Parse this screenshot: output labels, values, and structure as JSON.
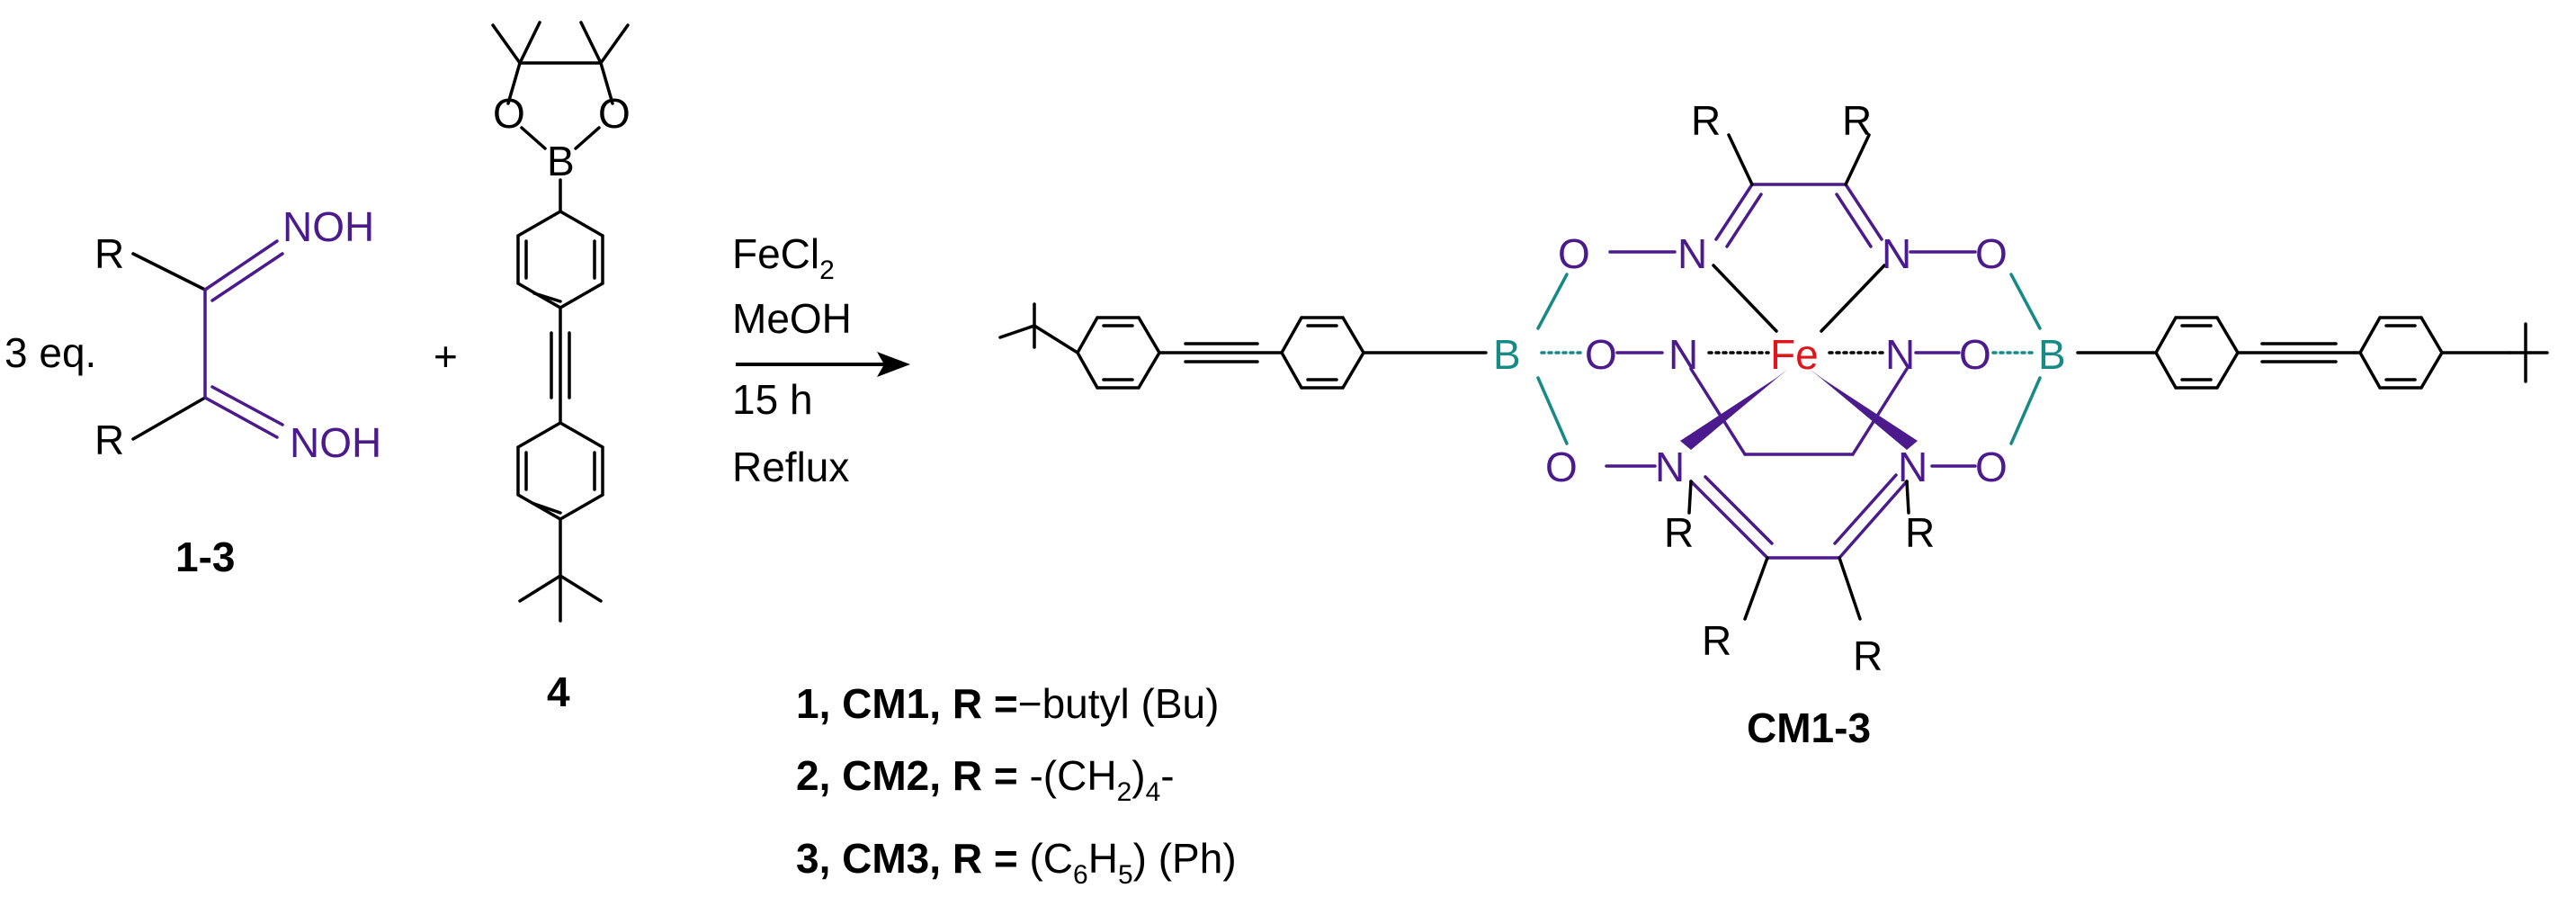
{
  "reactant_oxime": {
    "equivalents": "3 eq.",
    "substituent_top": "R",
    "substituent_bottom": "R",
    "oxime_top": "NOH",
    "oxime_bottom": "NOH",
    "label": "1-3"
  },
  "plus_sign": "+",
  "reactant_boronate": {
    "boron": "B",
    "oxygen_left": "O",
    "oxygen_right": "O",
    "label": "4"
  },
  "conditions": {
    "reagent_main": "FeCl",
    "reagent_subscript": "2",
    "solvent": "MeOH",
    "time": "15 h",
    "temperature": "Reflux"
  },
  "product": {
    "metal": "Fe",
    "boron_left": "B",
    "boron_right": "B",
    "label": "CM1-3"
  },
  "definitions": [
    {
      "bold": "1, CM1, R =",
      "plain": "−butyl (Bu)"
    },
    {
      "bold": "2, CM2, R =",
      "plain_a": " -(CH",
      "sub": "2",
      "plain_b": ")",
      "sub2": "4",
      "plain_c": "-"
    },
    {
      "bold": "3, CM3, R =",
      "plain_a": " (C",
      "sub": "6",
      "plain_b": "H",
      "sub2": "5",
      "plain_c": ") (Ph)"
    }
  ],
  "colors": {
    "ligand": "#4b1a8c",
    "boron": "#178a86",
    "iron": "#e0141b",
    "text": "#000000"
  }
}
